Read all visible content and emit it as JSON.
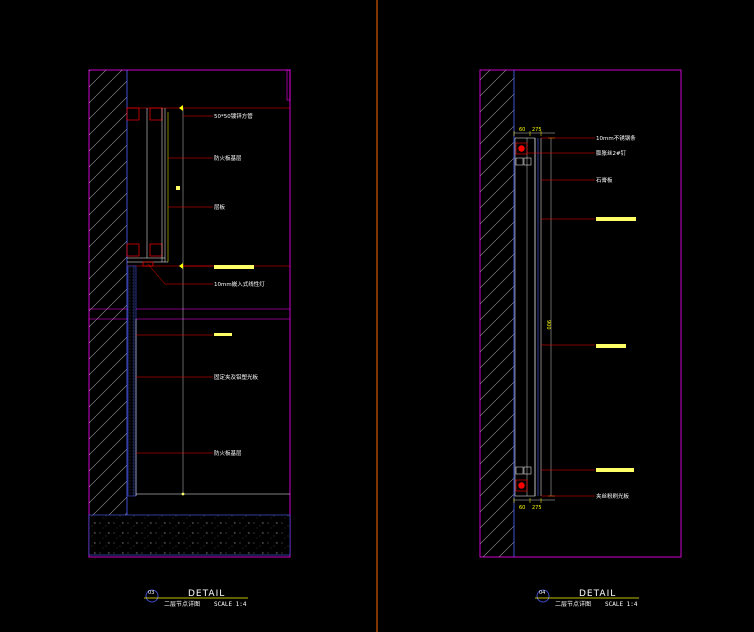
{
  "colors": {
    "background": "#000000",
    "frame": "#ff00ff",
    "leader": "#ff0000",
    "structure": "#4f63ff",
    "highlight": "#ffff66",
    "divider": "#ff6a00",
    "hatch": "#9a9a9a"
  },
  "left_detail": {
    "labels": [
      "50*50镀锌方管",
      "防火板基层",
      "层板",
      "10mm嵌入式线性灯",
      "固定夹及铝塑光板",
      "防火板基层"
    ],
    "title": "DETAIL",
    "number": "03",
    "subtitle": "二层节点详图",
    "scale": "SCALE 1:4"
  },
  "right_detail": {
    "labels": [
      "10mm不锈钢条",
      "膨胀丝2#钉",
      "石膏板",
      "夹丝粉刷光板"
    ],
    "dims": [
      "60",
      "275",
      "900",
      "60",
      "275"
    ],
    "title": "DETAIL",
    "number": "04",
    "subtitle": "二层节点详图",
    "scale": "SCALE 1:4"
  }
}
